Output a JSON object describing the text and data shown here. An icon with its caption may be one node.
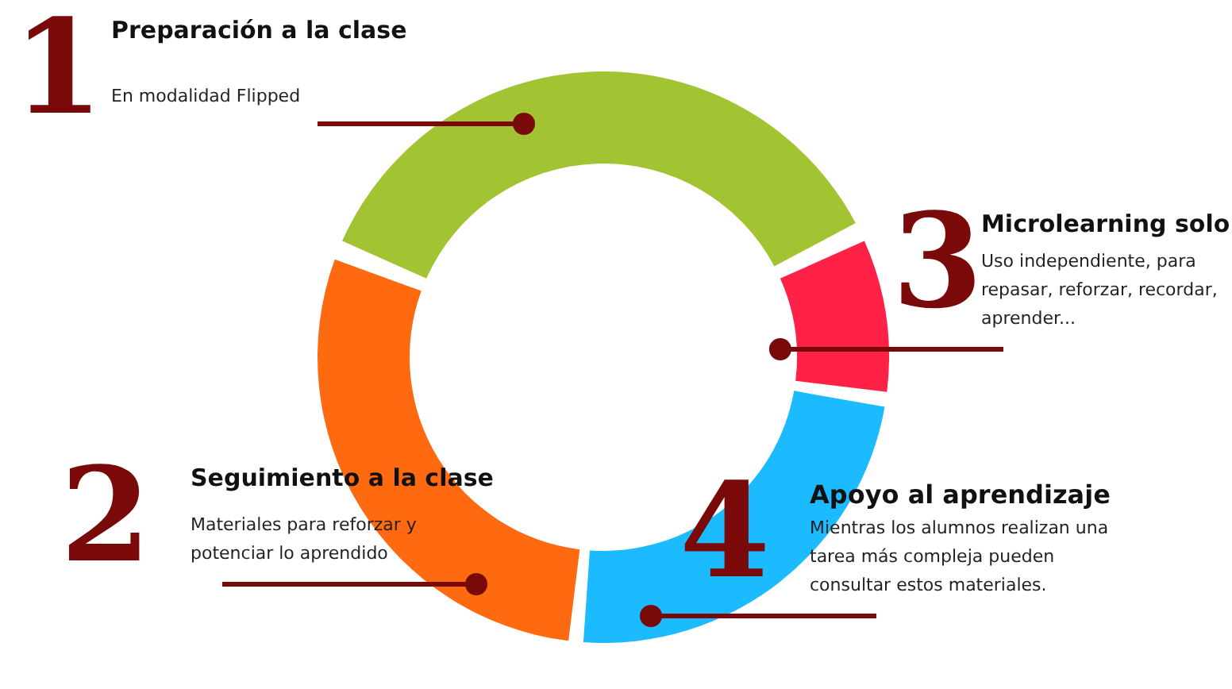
{
  "diagram": {
    "nodes": [
      {
        "text": [],
        "shape": "arc"
      },
      {
        "text": [],
        "shape": "arc"
      },
      {
        "text": [],
        "shape": "arc"
      },
      {
        "text": [],
        "shape": "arc"
      },
      {
        "text": [
          "1",
          "Preparación a la clase",
          "En modalidad Flipped"
        ]
      },
      {
        "text": [
          "2",
          "Seguimiento a la clase",
          "Materiales para reforzar y potenciar lo aprendido"
        ]
      },
      {
        "text": [
          "3",
          "Microlearning solo",
          "Uso independiente, para repasar, reforzar, recordar, aprender..."
        ]
      },
      {
        "text": [
          "4",
          "Apoyo al aprendizaje",
          "Mientras los alumnos realizan una tarea más compleja pueden consultar estos materiales."
        ]
      }
    ],
    "edges": [
      {
        "from": 4,
        "to": 0,
        "arrow": "other"
      },
      {
        "from": 5,
        "to": 3,
        "arrow": "other"
      },
      {
        "from": 6,
        "to": 1,
        "arrow": "other"
      },
      {
        "from": 7,
        "to": 2,
        "arrow": "other"
      }
    ]
  }
}
